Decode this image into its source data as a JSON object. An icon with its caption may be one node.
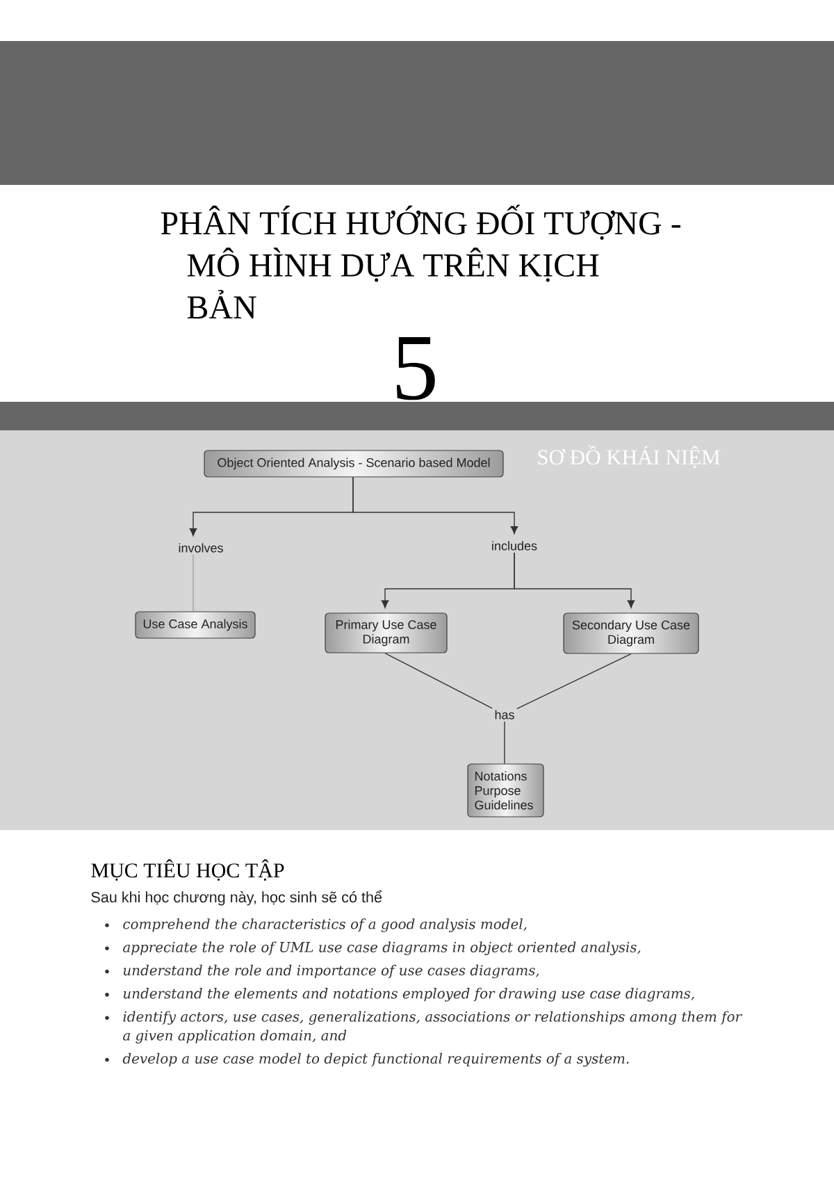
{
  "diagram": {
    "title": "PHÂN TÍCH HƯỚNG ĐỐI TƯỢNG - MÔ HÌNH DỰA TRÊN KỊCH BẢN",
    "nodes": [
      {
        "text": [
          "Object Oriented Analysis - Scenario based Model"
        ]
      },
      {
        "text": [
          "involves"
        ]
      },
      {
        "text": [
          "includes"
        ]
      },
      {
        "text": [
          "Use Case Analysis"
        ]
      },
      {
        "text": [
          "Primary Use Case Diagram"
        ]
      },
      {
        "text": [
          "Secondary Use Case Diagram"
        ]
      },
      {
        "text": [
          "has"
        ]
      },
      {
        "text": [
          "Notations",
          "Purpose",
          "Guidelines"
        ]
      }
    ],
    "edges": [
      {
        "from": 0,
        "to": 1,
        "arrow": "to"
      },
      {
        "from": 0,
        "to": 2,
        "arrow": "to"
      },
      {
        "from": 1,
        "to": 3,
        "arrow": "none",
        "color": "#a0a0a0"
      },
      {
        "from": 2,
        "to": 4,
        "arrow": "to"
      },
      {
        "from": 2,
        "to": 5,
        "arrow": "to"
      },
      {
        "from": 4,
        "to": 6,
        "arrow": "none"
      },
      {
        "from": 5,
        "to": 6,
        "arrow": "none"
      },
      {
        "from": 6,
        "to": 7,
        "arrow": "none"
      }
    ],
    "labels": [
      "5",
      "SƠ ĐỒ KHÁI NIỆM",
      "MỤC TIÊU HỌC TẬP",
      "Sau khi học chương này, học sinh sẽ có thể",
      "comprehend the characteristics of a good analysis model,",
      "appreciate the role of UML use case diagrams in object oriented analysis,",
      "understand the role and importance of use cases diagrams,",
      "understand the elements and notations employed for drawing use case diagrams,",
      "identify actors, use cases, generalizations, associations or relationships among them for a given application domain, and",
      "develop a use case model to depict functional requirements of a system."
    ]
  }
}
